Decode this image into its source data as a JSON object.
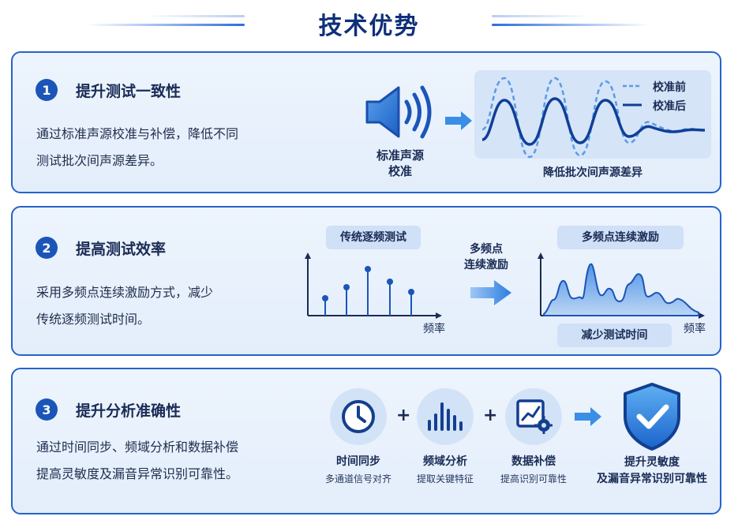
{
  "header": {
    "title": "技术优势"
  },
  "sections": [
    {
      "number": "1",
      "title": "提升测试一致性",
      "desc_lines": [
        "通过标准声源校准与补偿，降低不同",
        "测试批次间声源差异。"
      ],
      "speaker_label_lines": [
        "标准声源",
        "校准"
      ],
      "legend": [
        "校准前",
        "校准后"
      ],
      "chart_caption": "降低批次间声源差异"
    },
    {
      "number": "2",
      "title": "提高测试效率",
      "desc_lines": [
        "采用多频点连续激励方式，减少",
        "传统逐频测试时间。"
      ],
      "left_chart_title": "传统逐频测试",
      "left_axis_label": "频率",
      "arrow_label_lines": [
        "多频点",
        "连续激励"
      ],
      "right_chart_title": "多频点连续激励",
      "right_axis_label": "频率",
      "right_caption": "减少测试时间"
    },
    {
      "number": "3",
      "title": "提升分析准确性",
      "desc_lines": [
        "通过时间同步、频域分析和数据补偿",
        "提高灵敏度及漏音异常识别可靠性。"
      ],
      "steps": [
        {
          "icon": "clock-icon",
          "title": "时间同步",
          "sub": "多通道信号对齐"
        },
        {
          "icon": "spectrum-icon",
          "title": "频域分析",
          "sub": "提取关键特征"
        },
        {
          "icon": "chart-gear-icon",
          "title": "数据补偿",
          "sub": "提高识别可靠性"
        }
      ],
      "plus": "+",
      "result_lines": [
        "提升灵敏度",
        "及漏音异常识别可靠性"
      ]
    }
  ],
  "colors": {
    "primary": "#1b55b8",
    "border": "#2563c9",
    "panel_bg": "#e8f1fc",
    "accent": "#3a8ee6"
  }
}
